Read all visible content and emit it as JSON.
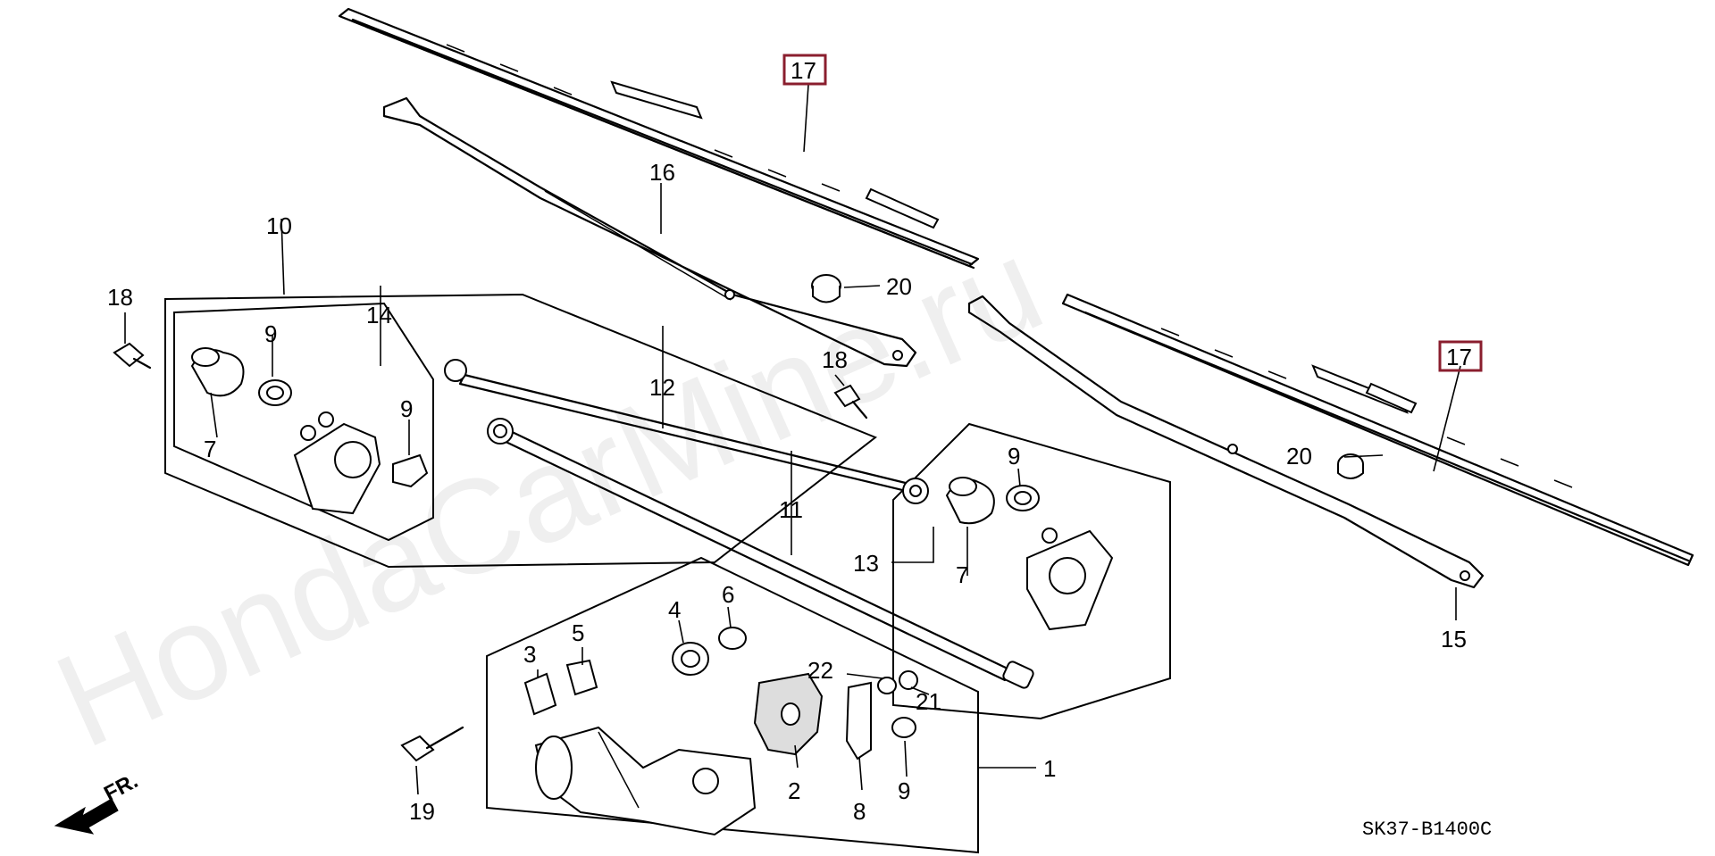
{
  "watermark": "HondaCarMine.ru",
  "diagram_code": "SK37-B1400C",
  "direction_label": "FR.",
  "callouts": {
    "c1": "1",
    "c2": "2",
    "c3": "3",
    "c4": "4",
    "c5": "5",
    "c6": "6",
    "c7a": "7",
    "c7b": "7",
    "c8": "8",
    "c9a": "9",
    "c9b": "9",
    "c9c": "9",
    "c9d": "9",
    "c10": "10",
    "c11": "11",
    "c12": "12",
    "c13": "13",
    "c14": "14",
    "c15": "15",
    "c16": "16",
    "c17a": "17",
    "c17b": "17",
    "c18a": "18",
    "c18b": "18",
    "c19": "19",
    "c20a": "20",
    "c20b": "20",
    "c21": "21",
    "c22": "22"
  },
  "colors": {
    "highlight_box": "#8a1e2e",
    "ink": "#000000",
    "background": "#ffffff"
  },
  "icons": {
    "direction": "front-arrow-icon"
  }
}
